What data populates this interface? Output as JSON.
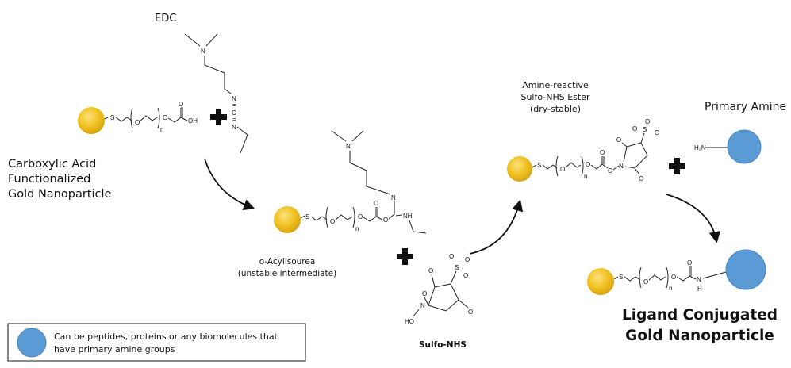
{
  "colors": {
    "gold": "#f0c020",
    "gold_dark": "#c99a10",
    "blue": "#5b9bd5",
    "blue_border": "#4a86c0"
  },
  "reagents": {
    "edc": "EDC",
    "sulfo_nhs": "Sulfo-NHS",
    "primary_amine": "Primary Amine"
  },
  "labels": {
    "start_line1": "Carboxylic Acid",
    "start_line2": "Functionalized",
    "start_line3": "Gold Nanoparticle",
    "intermediate_line1": "o-Acylisourea",
    "intermediate_line2": "(unstable intermediate)",
    "ester_line1": "Amine-reactive",
    "ester_line2": "Sulfo-NHS Ester",
    "ester_line3": "(dry-stable)",
    "product_line1": "Ligand Conjugated",
    "product_line2": "Gold Nanoparticle"
  },
  "atoms": {
    "S": "S",
    "O": "O",
    "OH": "OH",
    "N": "N",
    "C": "C",
    "NH": "NH",
    "H": "H",
    "HO": "HO",
    "H2N": "H₂N",
    "n": "n",
    "eq": "="
  },
  "legend": {
    "line1": "Can be peptides, proteins or any biomolecules that",
    "line2": "have primary amine groups"
  }
}
